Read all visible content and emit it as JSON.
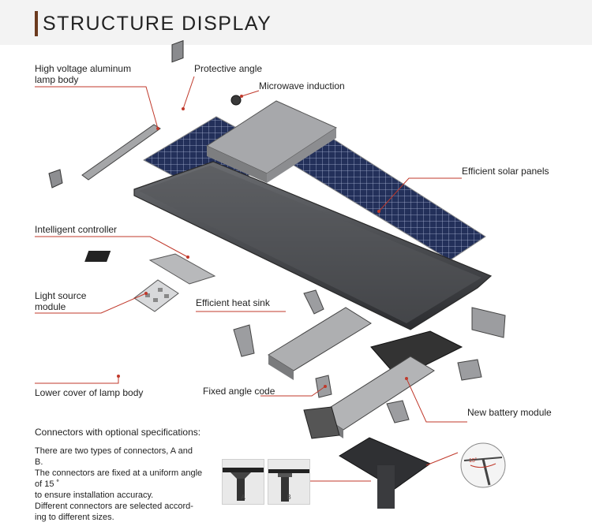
{
  "header": {
    "title": "STRUCTURE DISPLAY"
  },
  "labels": {
    "lamp_body_line1": "High voltage aluminum",
    "lamp_body_line2": "lamp body",
    "protective_angle": "Protective angle",
    "microwave_induction": "Microwave induction",
    "solar_panels": "Efficient solar panels",
    "intelligent_controller": "Intelligent controller",
    "light_source_line1": "Light source",
    "light_source_line2": "module",
    "heat_sink": "Efficient heat sink",
    "lower_cover": "Lower cover of lamp body",
    "fixed_angle_code": "Fixed angle code",
    "battery_module": "New battery module"
  },
  "connectors": {
    "heading": "Connectors with optional specifications:",
    "lines": [
      "There are two types of connectors, A and",
      "B.",
      "The connectors are fixed at a uniform angle",
      "of 15 ˚",
      "to ensure installation accuracy.",
      "Different connectors are selected accord-",
      "ing to different sizes."
    ],
    "photo_a_label": "A",
    "photo_b_label": "B",
    "angle_label": "15˚"
  },
  "colors": {
    "accent": "#6b3a1e",
    "leader": "#c0392b",
    "panel": "#1f2a4a",
    "metal": "#9a9a9a"
  }
}
